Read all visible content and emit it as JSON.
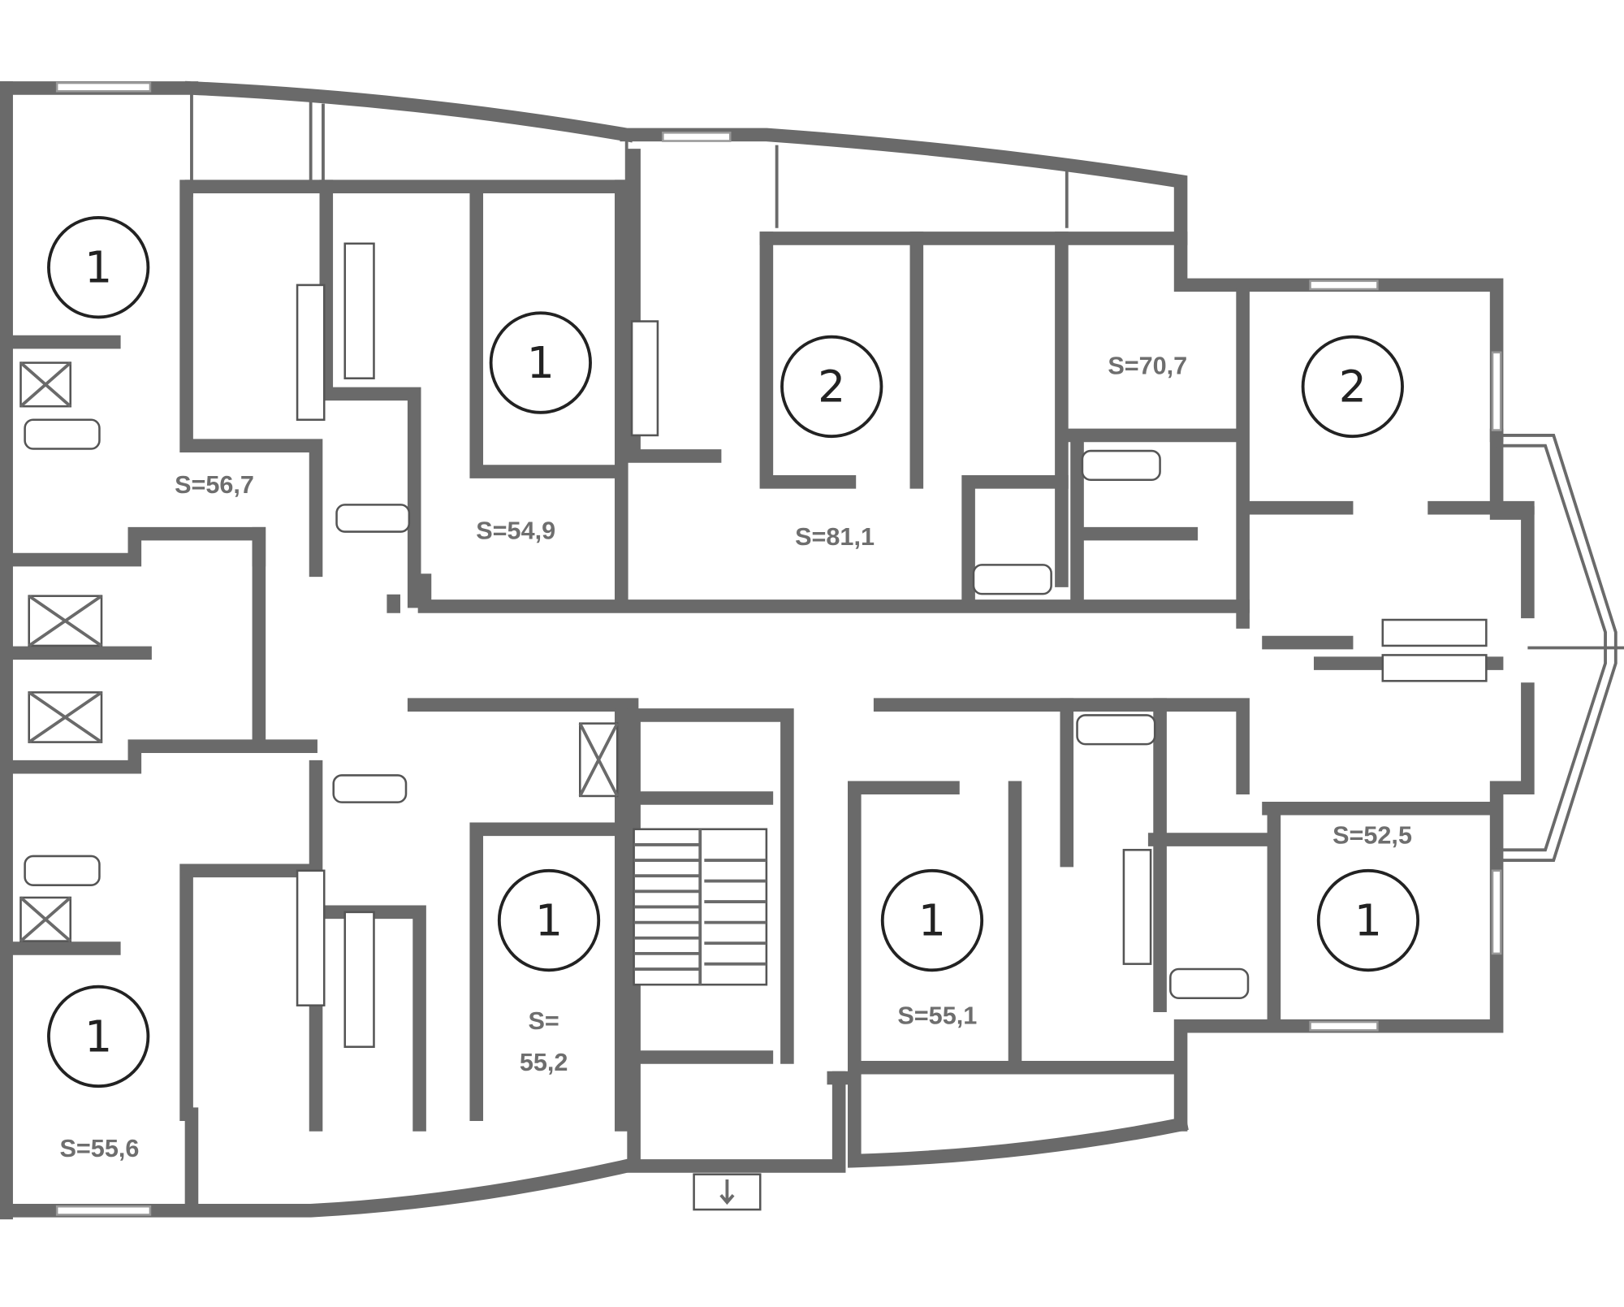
{
  "apartments": [
    {
      "id": "a1",
      "rooms": "1",
      "area": "S=56,7"
    },
    {
      "id": "a2",
      "rooms": "1",
      "area": "S=54,9"
    },
    {
      "id": "a3",
      "rooms": "2",
      "area": "S=81,1"
    },
    {
      "id": "a4",
      "rooms": "2",
      "area": "S=70,7"
    },
    {
      "id": "a5",
      "rooms": "1",
      "area": "S=52,5"
    },
    {
      "id": "a6",
      "rooms": "1",
      "area": "S=55,1"
    },
    {
      "id": "a7",
      "rooms": "1",
      "area_line1": "S=",
      "area_line2": "55,2"
    },
    {
      "id": "a8",
      "rooms": "1",
      "area": "S=55,6"
    }
  ],
  "colors": {
    "wall": "#6a6a6a",
    "text": "#222222",
    "area_text": "#6e6e6e"
  }
}
